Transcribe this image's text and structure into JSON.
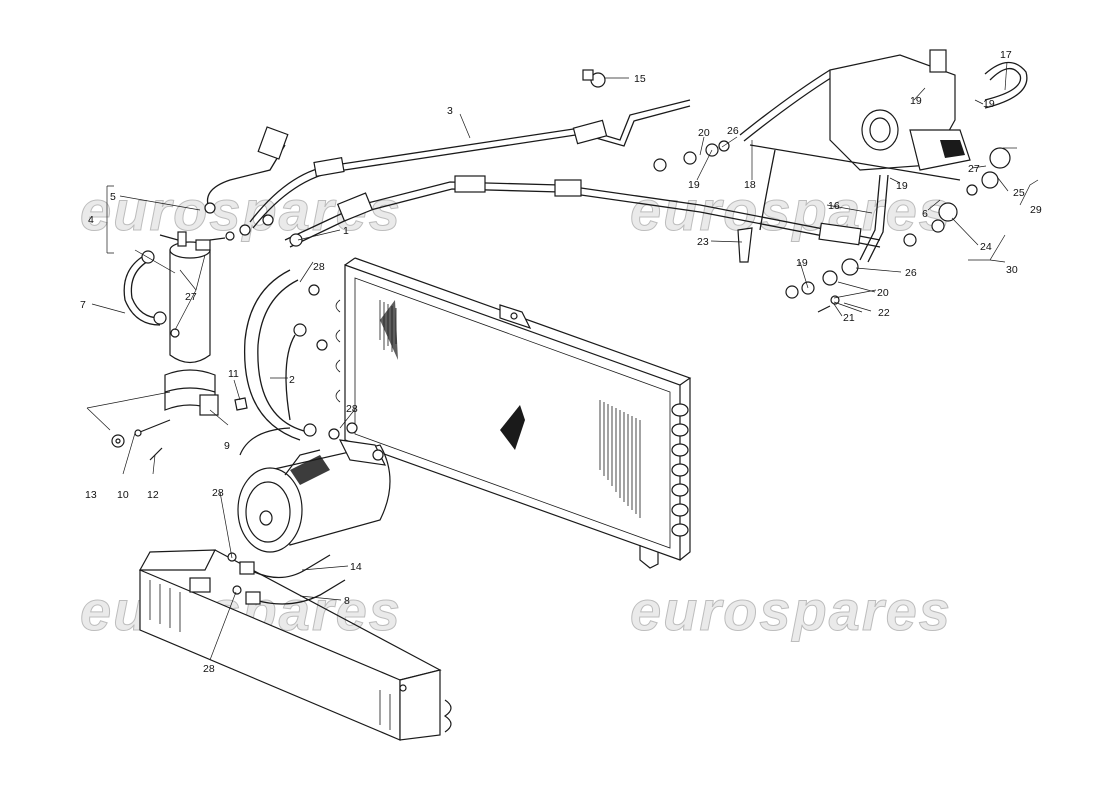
{
  "watermark": "eurospares",
  "callouts": {
    "c1": "1",
    "c2": "2",
    "c3": "3",
    "c4": "4",
    "c5": "5",
    "c6": "6",
    "c7": "7",
    "c8": "8",
    "c9": "9",
    "c10": "10",
    "c11": "11",
    "c12": "12",
    "c13": "13",
    "c14": "14",
    "c15": "15",
    "c16": "16",
    "c17": "17",
    "c18": "18",
    "c19": "19",
    "c20": "20",
    "c21": "21",
    "c22": "22",
    "c23": "23",
    "c24": "24",
    "c25": "25",
    "c26": "26",
    "c27": "27",
    "c28": "28",
    "c29": "29",
    "c30": "30"
  }
}
